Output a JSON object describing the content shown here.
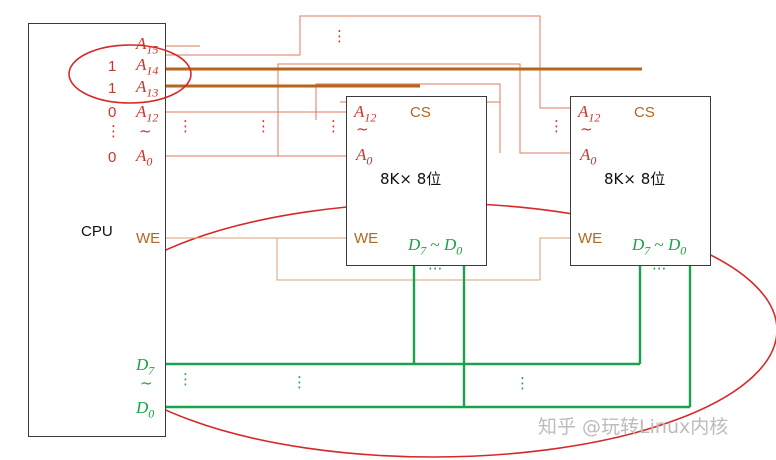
{
  "cpu": {
    "title": "CPU",
    "addr": {
      "a15": "A",
      "a15_sub": "15",
      "a14": "A",
      "a14_sub": "14",
      "a13": "A",
      "a13_sub": "13",
      "a12": "A",
      "a12_sub": "12",
      "a0": "A",
      "a0_sub": "0",
      "tilde": "~"
    },
    "bits": {
      "a14": "1",
      "a13": "1",
      "top": "0",
      "dots": "⋮",
      "bottom": "0"
    },
    "we": "WE",
    "data": {
      "d7": "D",
      "d7_sub": "7",
      "d0": "D",
      "d0_sub": "0",
      "tilde": "~"
    }
  },
  "chips": [
    {
      "addr_hi": "A",
      "addr_hi_sub": "12",
      "tilde": "~",
      "addr_lo": "A",
      "addr_lo_sub": "0",
      "cs": "CS",
      "title": "8K× 8位",
      "we": "WE",
      "data_hi": "D",
      "data_hi_sub": "7",
      "data_sep": " ~ ",
      "data_lo": "D",
      "data_lo_sub": "0"
    },
    {
      "addr_hi": "A",
      "addr_hi_sub": "12",
      "tilde": "~",
      "addr_lo": "A",
      "addr_lo_sub": "0",
      "cs": "CS",
      "title": "8K× 8位",
      "we": "WE",
      "data_hi": "D",
      "data_hi_sub": "7",
      "data_sep": " ~ ",
      "data_lo": "D",
      "data_lo_sub": "0"
    }
  ],
  "dots": {
    "vertical": "⋮",
    "horizontal": "···"
  },
  "watermark": "知乎 @玩转Linux内核",
  "colors": {
    "address_line": "#e07a5f",
    "select_line": "#b5651d",
    "data_bus": "#1aa34a",
    "highlight": "#d62828",
    "we_line": "#d9a07a"
  }
}
